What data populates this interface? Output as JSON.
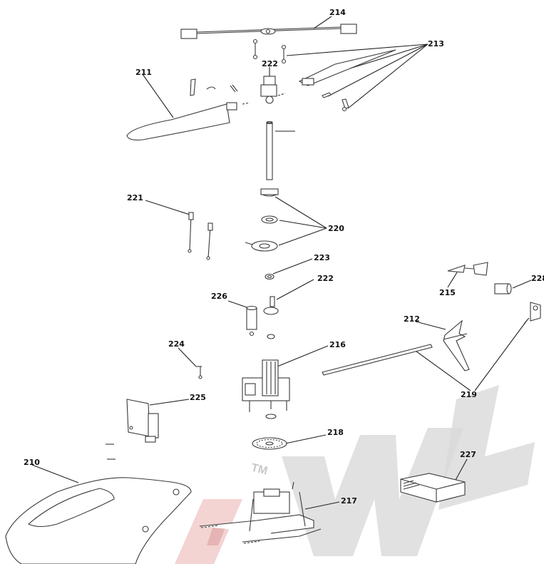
{
  "diagram": {
    "watermark": {
      "logo_text": "WL",
      "tm": "TM",
      "colors": {
        "letters": "#d4d4d4",
        "stripe": "#f4d3d3",
        "stripe_dark": "#e6b4b4"
      }
    },
    "line_color": "#3a3a3a",
    "part_labels": {
      "p210": "210",
      "p211": "211",
      "p212": "212",
      "p213": "213",
      "p214": "214",
      "p215": "215",
      "p216": "216",
      "p217": "217",
      "p218": "218",
      "p219": "219",
      "p220": "220",
      "p221": "221",
      "p222a": "222",
      "p222b": "222",
      "p223": "223",
      "p224": "224",
      "p225": "225",
      "p226": "226",
      "p227": "227",
      "p228": "228"
    }
  }
}
